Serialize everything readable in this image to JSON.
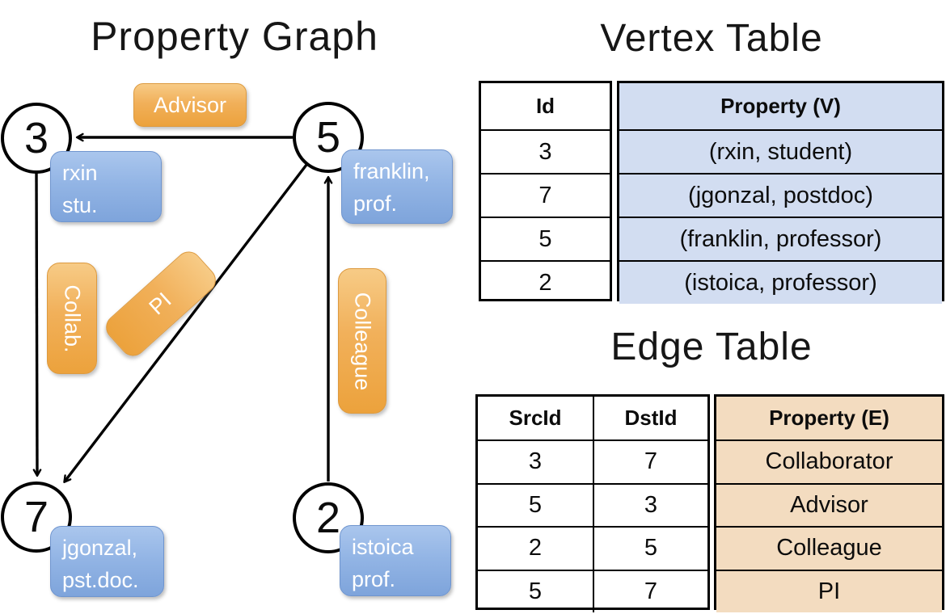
{
  "graph": {
    "title": "Property Graph",
    "nodes": {
      "n3": {
        "id": "3",
        "line1": "rxin",
        "line2": "stu."
      },
      "n5": {
        "id": "5",
        "line1": "franklin,",
        "line2": "prof."
      },
      "n7": {
        "id": "7",
        "line1": "jgonzal,",
        "line2": "pst.doc."
      },
      "n2": {
        "id": "2",
        "line1": "istoica",
        "line2": "prof."
      }
    },
    "edge_labels": {
      "advisor": "Advisor",
      "collab": "Collab.",
      "pi": "PI",
      "colleague": "Colleague"
    }
  },
  "vertex_table": {
    "title": "Vertex Table",
    "header": {
      "id": "Id",
      "property": "Property (V)"
    },
    "rows": [
      {
        "id": "3",
        "property": "(rxin, student)"
      },
      {
        "id": "7",
        "property": "(jgonzal, postdoc)"
      },
      {
        "id": "5",
        "property": "(franklin, professor)"
      },
      {
        "id": "2",
        "property": "(istoica, professor)"
      }
    ]
  },
  "edge_table": {
    "title": "Edge Table",
    "header": {
      "src": "SrcId",
      "dst": "DstId",
      "property": "Property (E)"
    },
    "rows": [
      {
        "src": "3",
        "dst": "7",
        "property": "Collaborator"
      },
      {
        "src": "5",
        "dst": "3",
        "property": "Advisor"
      },
      {
        "src": "2",
        "dst": "5",
        "property": "Colleague"
      },
      {
        "src": "5",
        "dst": "7",
        "property": "PI"
      }
    ]
  },
  "colors": {
    "vertex_property_fill": "#d2ddf1",
    "edge_property_fill": "#f3dcc0",
    "vertex_box_blue": "#8db0e2",
    "edge_label_orange": "#f0ab4a",
    "line_black": "#000000"
  }
}
